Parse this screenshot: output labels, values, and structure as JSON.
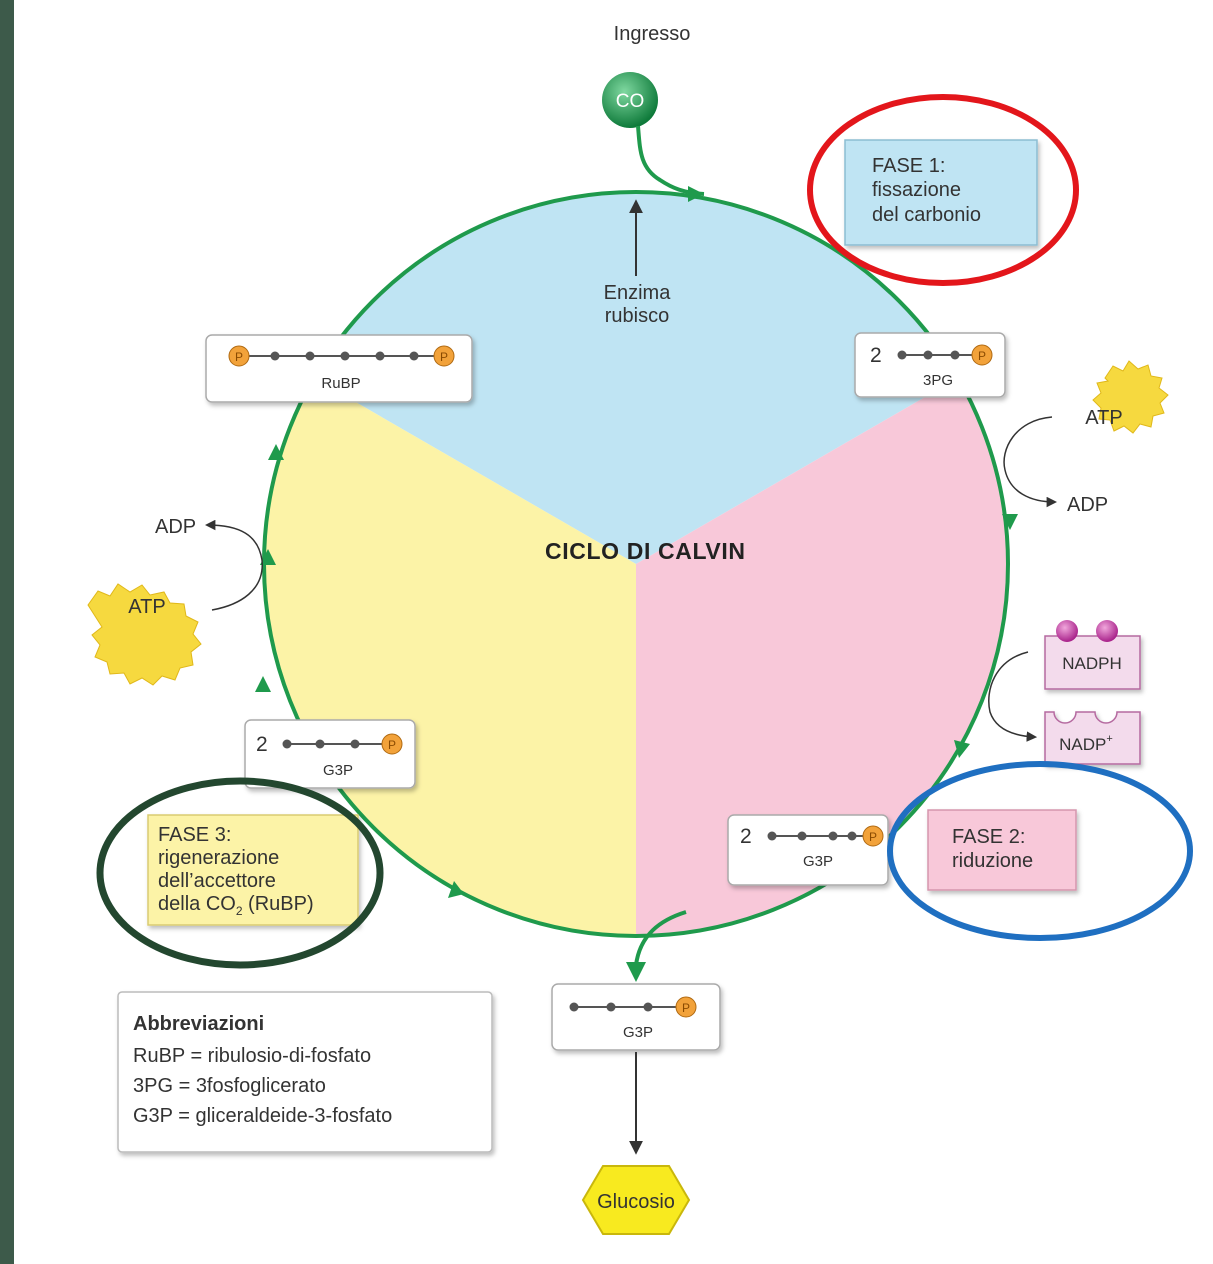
{
  "diagram": {
    "title": "CICLO DI CALVIN",
    "input": {
      "label": "Ingresso",
      "molecule": "CO"
    },
    "enzyme": {
      "line1": "Enzima",
      "line2": "rubisco"
    },
    "phase1": {
      "line1": "FASE 1:",
      "line2": "fissazione",
      "line3": "del carbonio"
    },
    "phase2": {
      "line1": "FASE 2:",
      "line2": "riduzione"
    },
    "phase3": {
      "line1": "FASE 3:",
      "line2": "rigenerazione",
      "line3": "dell’accettore",
      "line4a": "della CO",
      "line4sub": "2",
      "line4b": " (RuBP)"
    },
    "molecules": {
      "rubp": {
        "label": "RuBP"
      },
      "pg3": {
        "count": "2",
        "label": "3PG"
      },
      "g3p_right": {
        "count": "2",
        "label": "G3P"
      },
      "g3p_left": {
        "count": "2",
        "label": "G3P"
      },
      "g3p_out": {
        "label": "G3P"
      },
      "phosphate": "P"
    },
    "energy": {
      "atp_right": "ATP",
      "adp_right": "ADP",
      "atp_left": "ATP",
      "adp_left": "ADP",
      "nadph": "NADPH",
      "nadp": "NADP",
      "nadp_sup": "+"
    },
    "output": "Glucosio",
    "abbreviations": {
      "title": "Abbreviazioni",
      "items": [
        "RuBP = ribulosio-di-fosfato",
        "3PG = 3fosfoglicerato",
        "G3P = gliceraldeide-3-fosfato"
      ]
    },
    "colors": {
      "blue_sector": "#bfe4f3",
      "pink_sector": "#f8c8d9",
      "yellow_sector": "#fcf3a7",
      "cycle": "#1f9a4c",
      "phosphate": "#f2a23a",
      "atp": "#f6d93f",
      "nadph": "#c83d9c",
      "annotation_red": "#e3161b",
      "annotation_blue": "#1f6fc1",
      "annotation_green": "#23472f",
      "background": "#3d5a4a"
    }
  }
}
